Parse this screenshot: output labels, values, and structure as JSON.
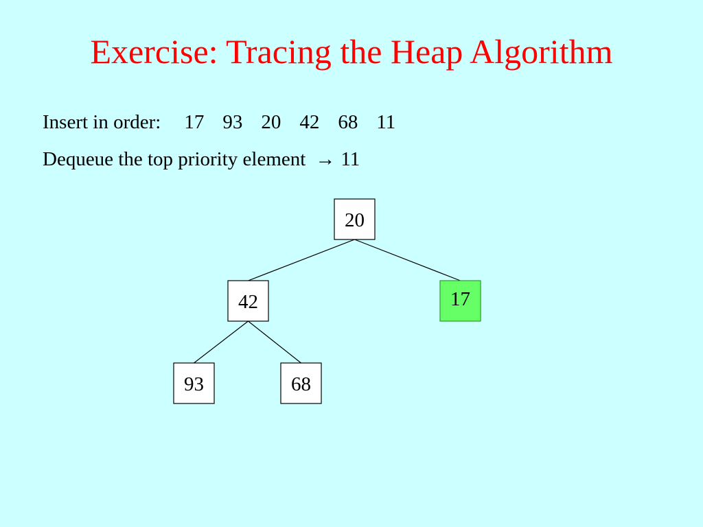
{
  "slide": {
    "title": "Exercise: Tracing the Heap Algorithm",
    "insert_label": "Insert in order:",
    "insert_values": [
      "17",
      "93",
      "20",
      "42",
      "68",
      "11"
    ],
    "dequeue_label": "Dequeue the top priority element",
    "dequeue_arrow": "→",
    "dequeue_value": "11"
  },
  "tree": {
    "nodes": [
      {
        "id": "root",
        "value": "20",
        "highlighted": false
      },
      {
        "id": "left",
        "value": "42",
        "highlighted": false
      },
      {
        "id": "right",
        "value": "17",
        "highlighted": true
      },
      {
        "id": "left-left",
        "value": "93",
        "highlighted": false
      },
      {
        "id": "left-right",
        "value": "68",
        "highlighted": false
      }
    ],
    "edges": [
      [
        "root",
        "left"
      ],
      [
        "root",
        "right"
      ],
      [
        "left",
        "left-left"
      ],
      [
        "left",
        "left-right"
      ]
    ]
  },
  "colors": {
    "background": "#ccffff",
    "title": "#ff0000",
    "text": "#000000",
    "node_fill": "#ffffff",
    "node_border": "#000000",
    "highlight_fill": "#66ff66",
    "highlight_border": "#339933"
  }
}
